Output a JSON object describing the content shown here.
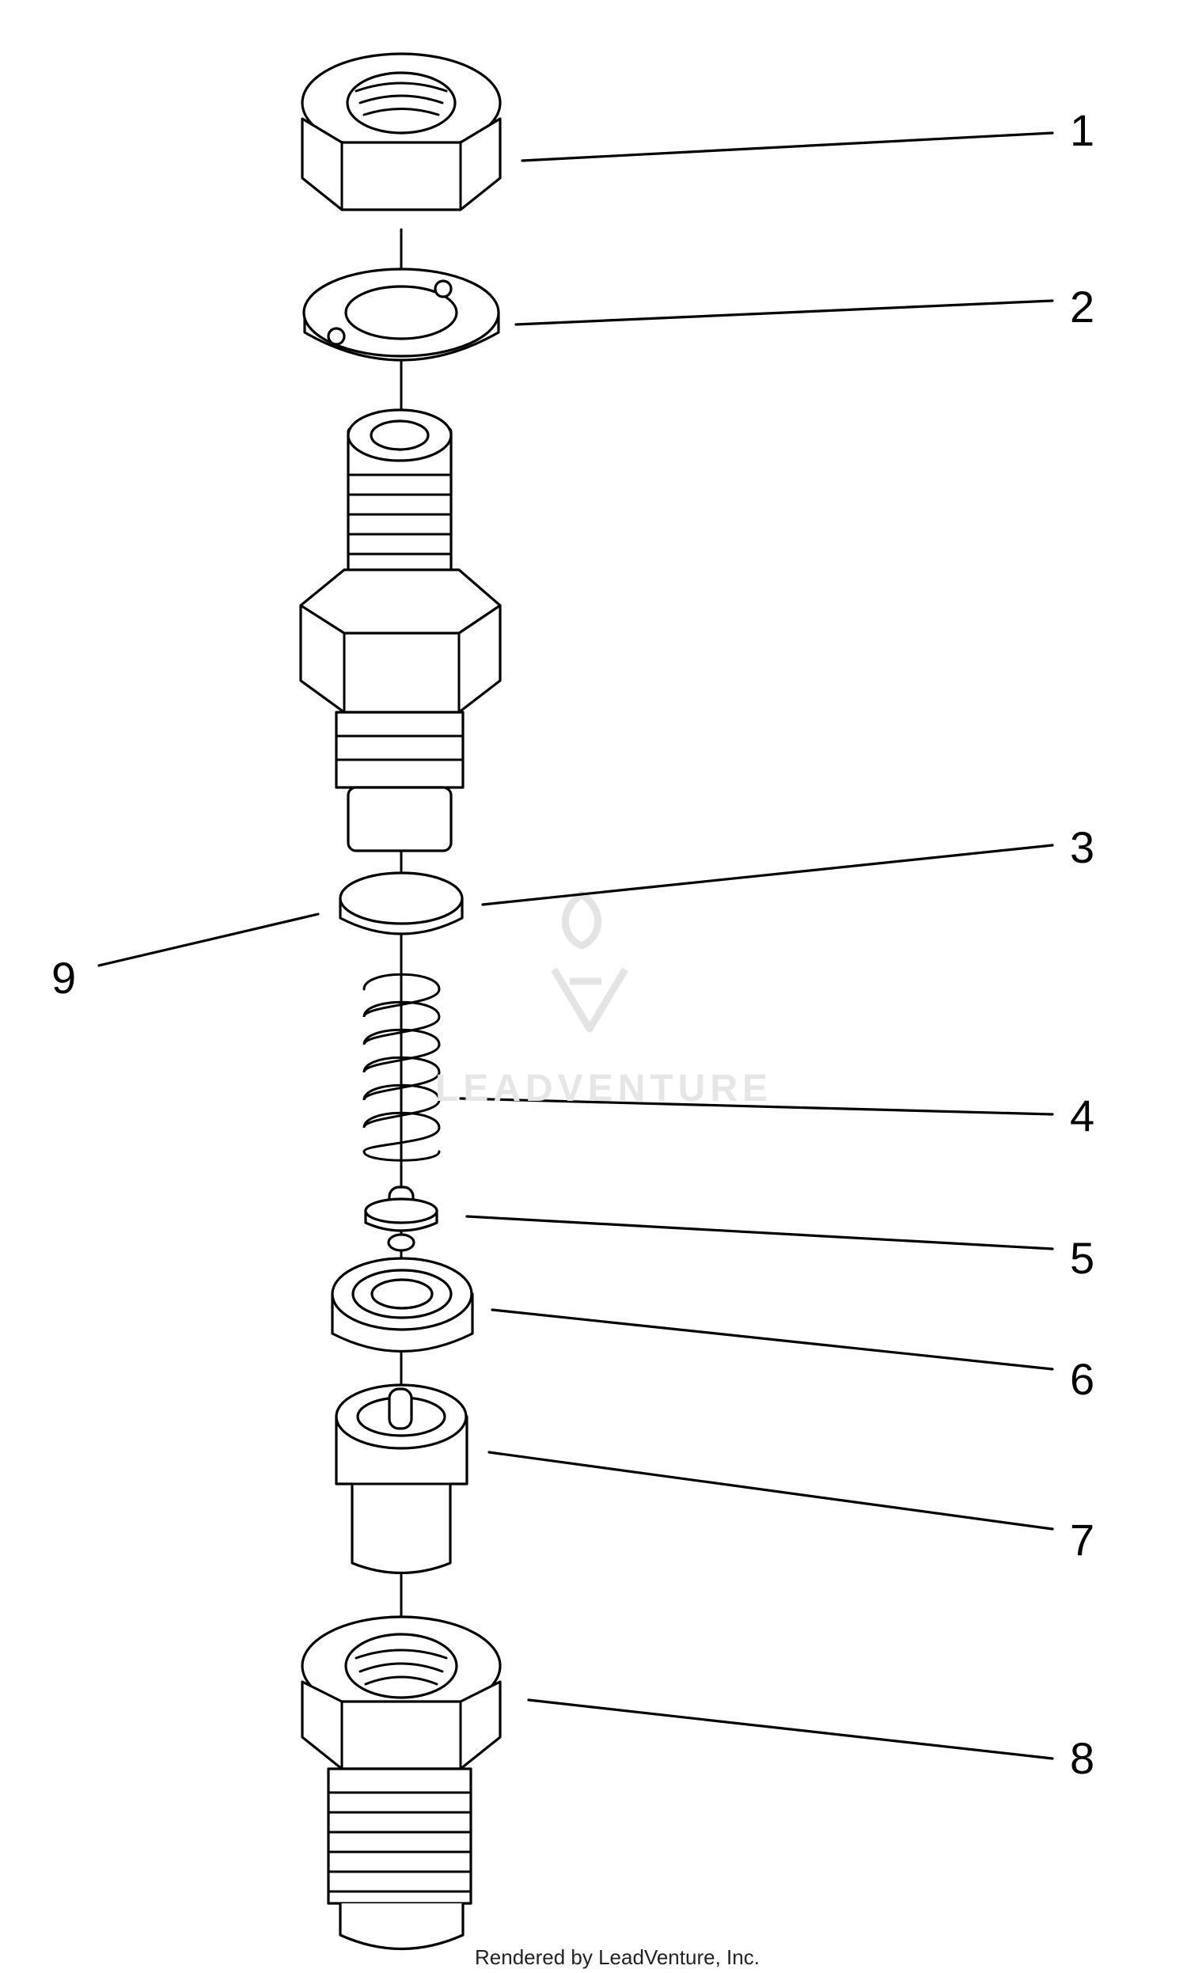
{
  "diagram": {
    "callouts": [
      "1",
      "2",
      "3",
      "4",
      "5",
      "6",
      "7",
      "8",
      "9"
    ],
    "watermark": "LEADVENTURE",
    "footer": "Rendered by LeadVenture, Inc."
  },
  "colors": {
    "line": "#000000",
    "background": "#ffffff",
    "watermark": "#e6e6e6"
  }
}
